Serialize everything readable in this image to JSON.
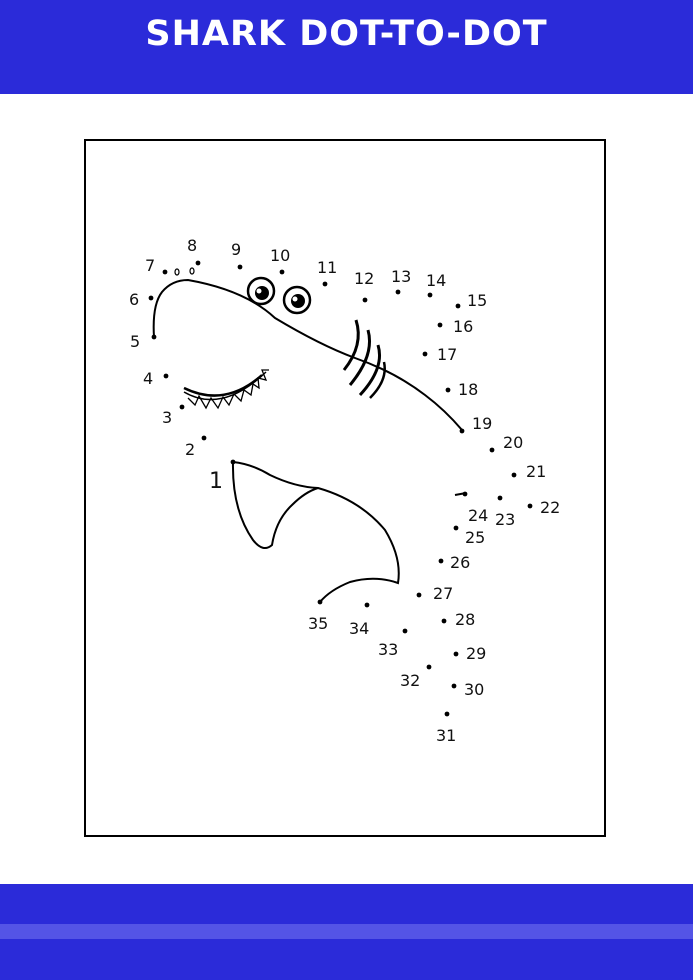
{
  "title": "SHARK DOT-TO-DOT",
  "colors": {
    "banner": "#2b2bd9",
    "stripe": "#5454e6",
    "ink": "#000000"
  },
  "dots": [
    "1",
    "2",
    "3",
    "4",
    "5",
    "6",
    "7",
    "8",
    "9",
    "10",
    "11",
    "12",
    "13",
    "14",
    "15",
    "16",
    "17",
    "18",
    "19",
    "20",
    "21",
    "22",
    "23",
    "24",
    "25",
    "26",
    "27",
    "28",
    "29",
    "30",
    "31",
    "32",
    "33",
    "34",
    "35"
  ]
}
